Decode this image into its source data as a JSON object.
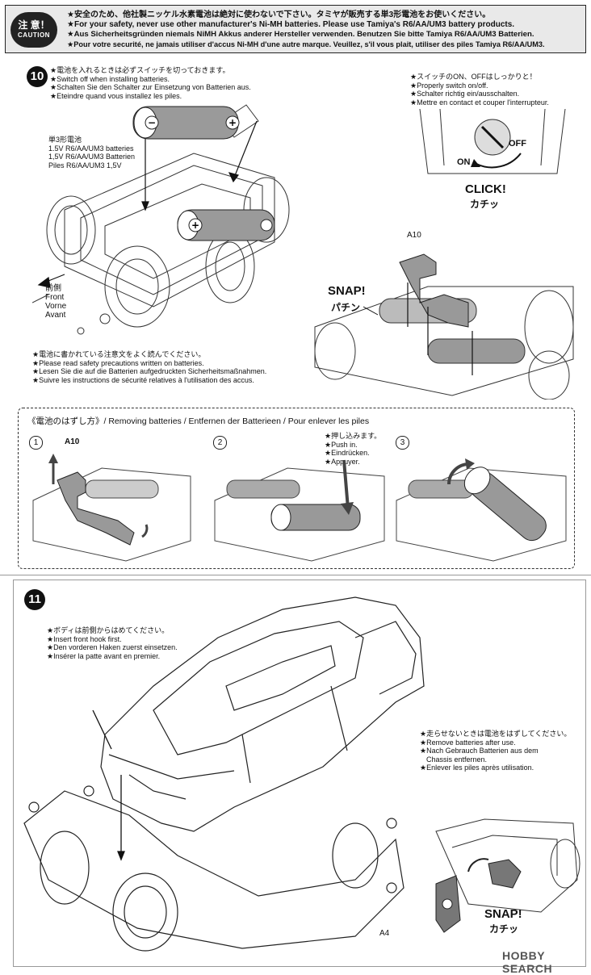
{
  "caution": {
    "badge_jp": "注 意！",
    "badge_en": "CAUTION",
    "lines": [
      "★安全のため、他社製ニッケル水素電池は絶対に使わないで下さい。タミヤが販売する単3形電池をお使いください。",
      "★For your safety, never use other manufacturer's Ni-MH batteries. Please use Tamiya's R6/AA/UM3 battery products.",
      "★Aus Sicherheitsgründen niemals NiMH Akkus anderer Hersteller verwenden. Benutzen Sie bitte Tamiya R6/AA/UM3 Batterien.",
      "★Pour votre securité, ne jamais utiliser d'accus Ni-MH d'une autre marque. Veuillez, s'il vous plait, utiliser des piles Tamiya R6/AA/UM3."
    ]
  },
  "step10": {
    "number": "10",
    "instructions": [
      "★電池を入れるときは必ずスイッチを切っておきます。",
      "★Switch off when installing batteries.",
      "★Schalten Sie den Schalter zur Einsetzung von Batterien aus.",
      "★Eteindre quand vous installez les piles."
    ],
    "battery_label": [
      "単3形電池",
      "1.5V R6/AA/UM3 batteries",
      "1,5V R6/AA/UM3 Batterien",
      "Piles R6/AA/UM3 1,5V"
    ],
    "front_label": [
      "前側",
      "Front",
      "Vorne",
      "Avant"
    ],
    "switch_note": [
      "★スイッチのON、OFFはしっかりと！",
      "★Properly switch on/off.",
      "★Schalter richtig ein/ausschalten.",
      "★Mettre en contact et couper l'interrupteur."
    ],
    "on_label": "ON",
    "off_label": "OFF",
    "click_en": "CLICK!",
    "click_jp": "カチッ",
    "part_a10": "A10",
    "snap_en": "SNAP!",
    "snap_jp": "パチン",
    "read_note": [
      "★電池に書かれている注意文をよく読んでください。",
      "★Please read safety precautions written on batteries.",
      "★Lesen Sie die auf die Batterien aufgedruckten Sicherheitsmaßnahmen.",
      "★Suivre les instructions de sécurité relatives à l'utilisation des accus."
    ]
  },
  "removing": {
    "title": "《電池のはずし方》/ Removing batteries / Entfernen der Batterieen / Pour enlever les piles",
    "sub1": "1",
    "sub2": "2",
    "sub3": "3",
    "part_a10": "A10",
    "push_note": [
      "★押し込みます。",
      "★Push in.",
      "★Eindrücken.",
      "★Appuyer."
    ]
  },
  "step11": {
    "number": "11",
    "body_note": [
      "★ボディは前側からはめてください。",
      "★Insert front hook first.",
      "★Den vorderen Haken zuerst einsetzen.",
      "★Insérer la patte avant en premier."
    ],
    "remove_note": [
      "★走らせないときは電池をはずしてください。",
      "★Remove batteries after use.",
      "★Nach Gebrauch Batterien aus dem",
      "Chassis entfernen.",
      "★Enlever les piles après utilisation."
    ],
    "part_a4": "A4",
    "snap_en": "SNAP!",
    "snap_jp": "カチッ"
  },
  "watermark": "HOBBY SEARCH"
}
